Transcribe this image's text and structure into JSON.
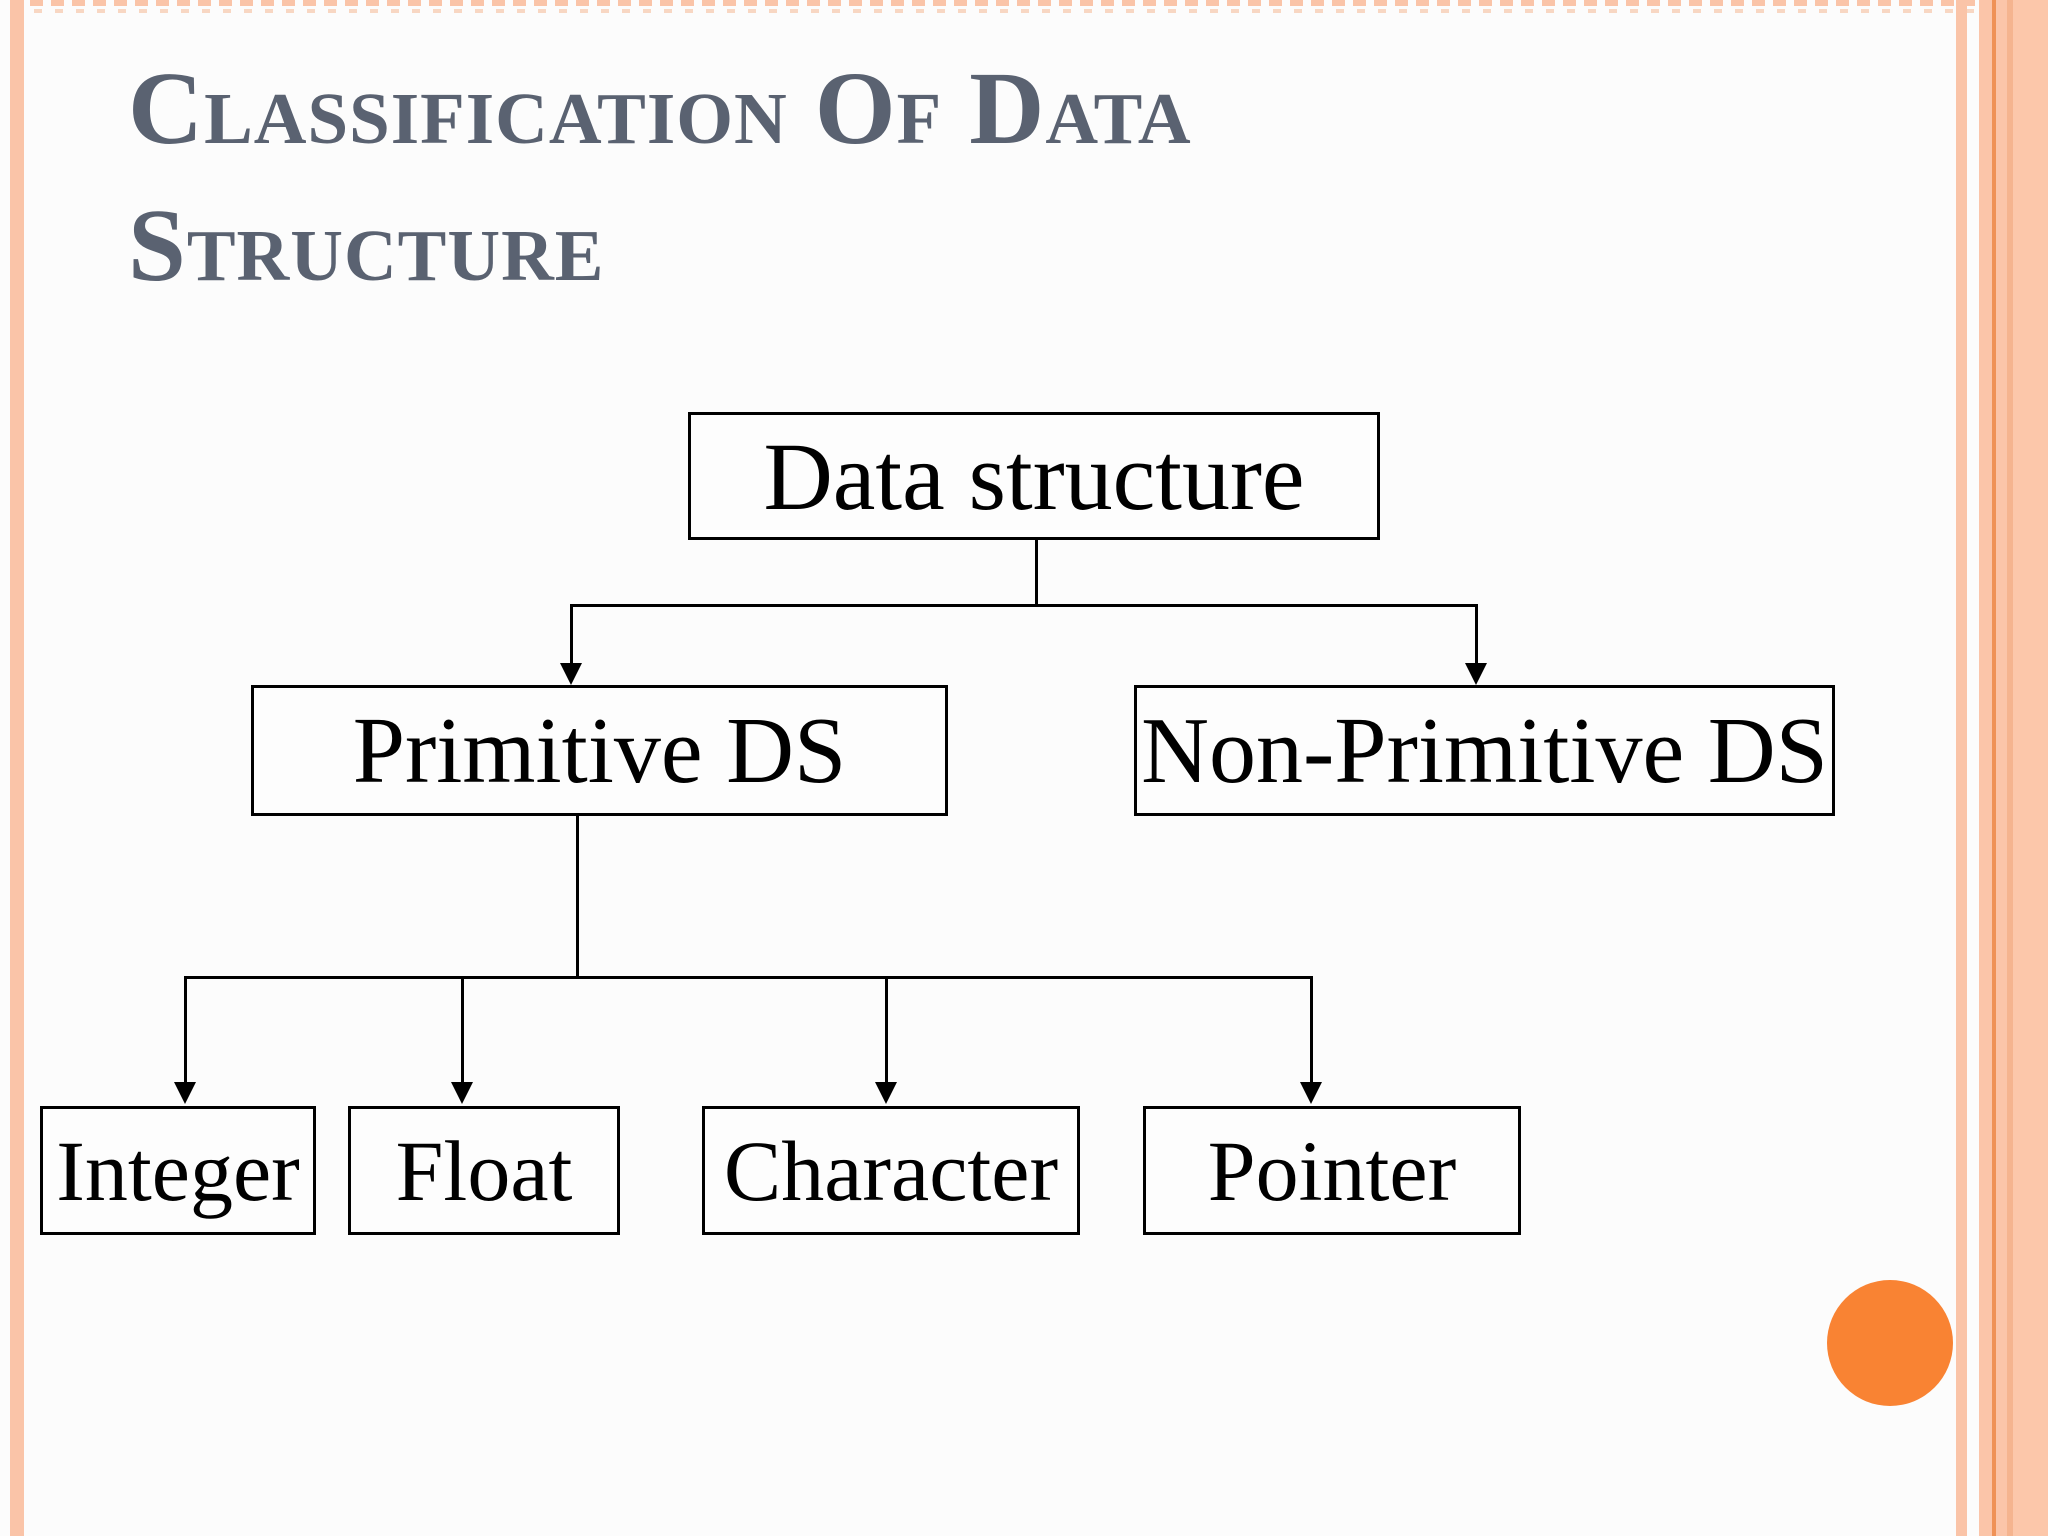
{
  "slide": {
    "title": "Classification Of Data Structure",
    "title_lines": [
      "Classification Of Data",
      "Structure"
    ]
  },
  "diagram": {
    "type": "tree",
    "root": {
      "label": "Data structure"
    },
    "children": [
      {
        "label": "Primitive DS"
      },
      {
        "label": "Non-Primitive DS"
      }
    ],
    "primitive_children": [
      {
        "label": "Integer"
      },
      {
        "label": "Float"
      },
      {
        "label": "Character"
      },
      {
        "label": "Pointer"
      }
    ]
  },
  "theme": {
    "background": "#FCFCFC",
    "title_color": "#5A6271",
    "stripe_color": "#FAC4A8",
    "stripe_faint": "#F8D7C3",
    "band_base": "#FBC5A9",
    "band_base2": "#FCC7AA",
    "band_line_dark": "#EF9257",
    "band_line_medium": "#F5B48F",
    "circle_color": "#F98333",
    "box_border_color": "#000000",
    "box_text_color": "#000000",
    "box_bg": "#FDFDFD"
  }
}
